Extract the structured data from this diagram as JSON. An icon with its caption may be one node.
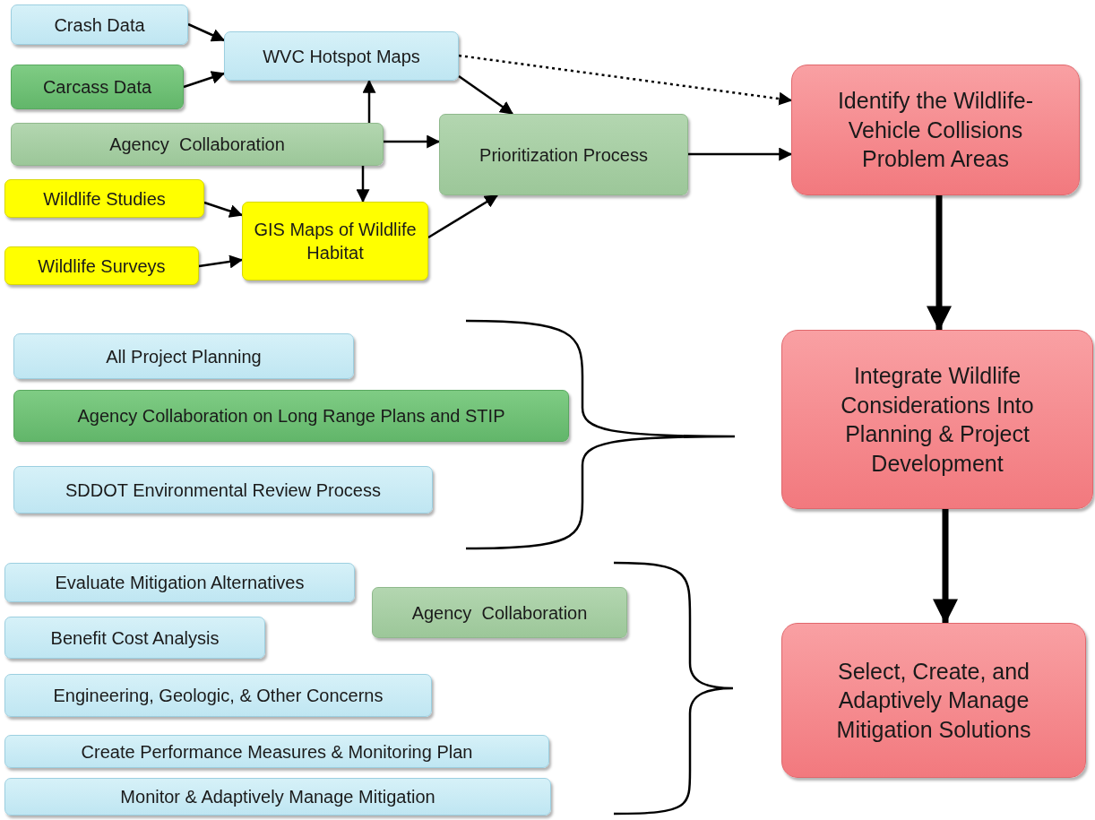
{
  "diagram": {
    "nodes": [
      {
        "text": [
          "Crash Data"
        ]
      },
      {
        "text": [
          "WVC Hotspot Maps"
        ]
      },
      {
        "text": [
          "Carcass Data"
        ]
      },
      {
        "text": [
          "Agency  Collaboration"
        ]
      },
      {
        "text": [
          "Prioritization Process"
        ]
      },
      {
        "text": [
          "Identify the Wildlife-Vehicle Collisions Problem Areas"
        ]
      },
      {
        "text": [
          "Wildlife Studies"
        ]
      },
      {
        "text": [
          "GIS Maps of Wildlife Habitat"
        ]
      },
      {
        "text": [
          "Wildlife Surveys"
        ]
      },
      {
        "text": [
          "All Project Planning"
        ]
      },
      {
        "text": [
          "Agency Collaboration on Long Range Plans and STIP"
        ]
      },
      {
        "text": [
          "Integrate Wildlife Considerations Into Planning & Project Development"
        ]
      },
      {
        "text": [
          "SDDOT Environmental Review Process"
        ]
      },
      {
        "text": [
          "Evaluate Mitigation Alternatives"
        ]
      },
      {
        "text": [
          "Agency  Collaboration"
        ]
      },
      {
        "text": [
          "Benefit Cost Analysis"
        ]
      },
      {
        "text": [
          "Engineering, Geologic, & Other Concerns"
        ]
      },
      {
        "text": [
          "Select, Create, and Adaptively Manage Mitigation Solutions"
        ]
      },
      {
        "text": [
          "Create Performance Measures & Monitoring Plan"
        ]
      },
      {
        "text": [
          "Monitor & Adaptively Manage Mitigation"
        ]
      }
    ],
    "edges": [
      {
        "from": 0,
        "to": 1,
        "arrow": "to"
      },
      {
        "from": 2,
        "to": 1,
        "arrow": "to"
      },
      {
        "from": 3,
        "to": 1,
        "arrow": "to"
      },
      {
        "from": 3,
        "to": 4,
        "arrow": "to"
      },
      {
        "from": 3,
        "to": 7,
        "arrow": "to"
      },
      {
        "from": 6,
        "to": 7,
        "arrow": "to"
      },
      {
        "from": 8,
        "to": 7,
        "arrow": "to"
      },
      {
        "from": 1,
        "to": 4,
        "arrow": "to"
      },
      {
        "from": 7,
        "to": 4,
        "arrow": "to"
      },
      {
        "from": 1,
        "to": 5,
        "arrow": "to",
        "style": "dashed"
      },
      {
        "from": 4,
        "to": 5,
        "arrow": "to"
      },
      {
        "from": 5,
        "to": 11,
        "arrow": "to",
        "style": "thick"
      },
      {
        "from": 11,
        "to": 17,
        "arrow": "to",
        "style": "thick"
      }
    ]
  }
}
